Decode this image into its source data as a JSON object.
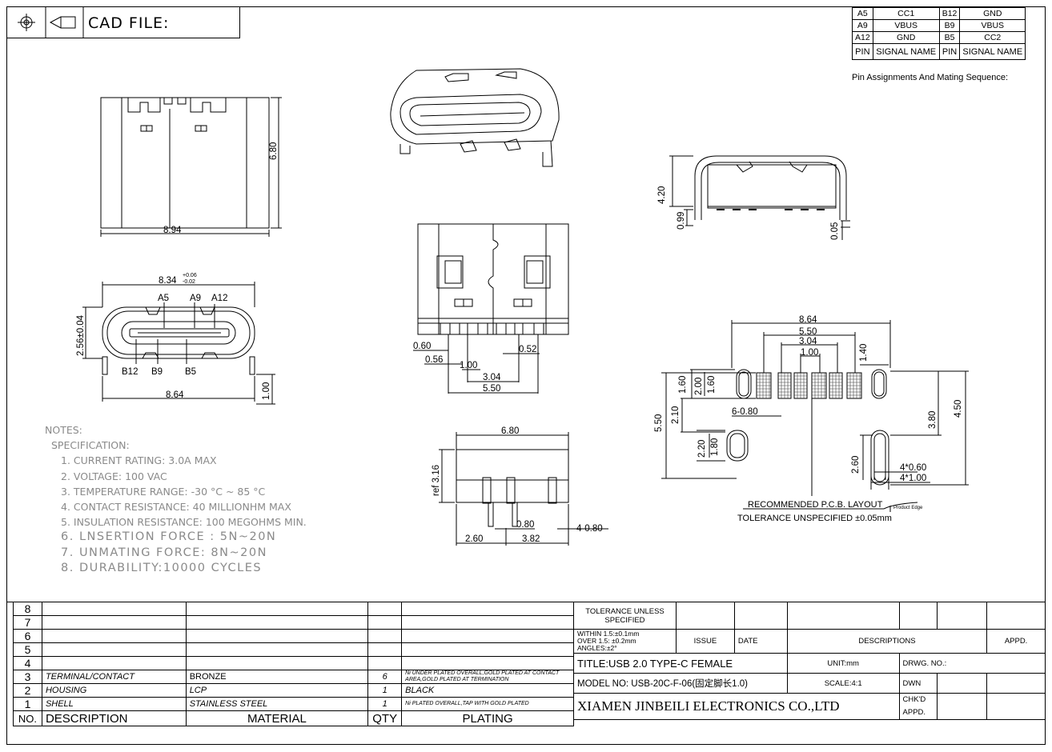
{
  "cad_label": "CAD FILE:",
  "pin_table": {
    "rows": [
      [
        "A5",
        "CC1",
        "B12",
        "GND"
      ],
      [
        "A9",
        "VBUS",
        "B9",
        "VBUS"
      ],
      [
        "A12",
        "GND",
        "B5",
        "CC2"
      ]
    ],
    "header": [
      "PIN",
      "SIGNAL NAME",
      "PIN",
      "SIGNAL NAME"
    ],
    "note": "Pin Assignments And Mating Sequence:"
  },
  "dims": {
    "top_width": "8.94",
    "top_height": "6.80",
    "front_width_main": "8.34",
    "front_tol_plus": "+0.06",
    "front_tol_minus": "-0.02",
    "front_height": "2.56±0.04",
    "front_pins_bottom_width": "8.64",
    "front_leg": "1.00",
    "pins_top": [
      "A5",
      "A9",
      "A12"
    ],
    "pins_bottom": [
      "B12",
      "B9",
      "B5"
    ],
    "side_h1": "4.20",
    "side_h2": "0.99",
    "side_h3": "0.05",
    "bottom_060": "0.60",
    "bottom_056": "0.56",
    "bottom_100": "1.00",
    "bottom_052": "0.52",
    "bottom_304": "3.04",
    "bottom_550": "5.50",
    "side2_680": "6.80",
    "side2_ref": "ref 3.16",
    "side2_080": "0.80",
    "side2_260": "2.60",
    "side2_382": "3.82",
    "side2_4x": "4-0.80",
    "pcb_864": "8.64",
    "pcb_550": "5.50",
    "pcb_304": "3.04",
    "pcb_100": "1.00",
    "pcb_140": "1.40",
    "pcb_160a": "1.60",
    "pcb_200": "2.00",
    "pcb_160b": "1.60",
    "pcb_6x": "6-0.80",
    "pcb_550v": "5.50",
    "pcb_210": "2.10",
    "pcb_220": "2.20",
    "pcb_180": "1.80",
    "pcb_260": "2.60",
    "pcb_380": "3.80",
    "pcb_450": "4.50",
    "pcb_4x060": "4*0.60",
    "pcb_4x100": "4*1.00",
    "pcb_title": "RECOMMENDED   P.C.B.  LAYOUT",
    "pcb_tol": "TOLERANCE  UNSPECIFIED  ±0.05mm",
    "product_edge": "Product Edge"
  },
  "notes": {
    "title": "NOTES:",
    "spec": "SPECIFICATION:",
    "items": [
      "1. CURRENT RATING: 3.0A MAX",
      "2. VOLTAGE: 100 VAC",
      "3. TEMPERATURE RANGE: -30 °C ~ 85 °C",
      "4. CONTACT RESISTANCE: 40 MILLIONHM MAX",
      "5. INSULATION RESISTANCE: 100 MEGOHMS MIN."
    ],
    "items_big": [
      "6. LNSERTION FORCE : 5N~20N",
      "7. UNMATING FORCE: 8N~20N",
      "8. DURABILITY:10000 CYCLES"
    ]
  },
  "bom": {
    "empty_rows": [
      "8",
      "7",
      "6",
      "5",
      "4"
    ],
    "rows": [
      {
        "no": "3",
        "desc": "TERMINAL/CONTACT",
        "material": "BRONZE",
        "qty": "6",
        "plating": "Ni UNDER PLATED OVERALL,GOLD PLATED AT CONTACT AREA,GOLD PLATED AT TERMINATION"
      },
      {
        "no": "2",
        "desc": "HOUSING",
        "material": "LCP",
        "qty": "1",
        "plating": "BLACK"
      },
      {
        "no": "1",
        "desc": "SHELL",
        "material": "STAINLESS STEEL",
        "qty": "1",
        "plating": "Ni PLATED OVERALL,TAP WITH GOLD PLATED"
      }
    ],
    "header": {
      "no": "NO.",
      "desc": "DESCRIPTION",
      "material": "MATERIAL",
      "qty": "QTY",
      "plating": "PLATING"
    }
  },
  "title_block": {
    "tolerance_title": "TOLERANCE UNLESS SPECIFIED",
    "tol1": "WITHIN 1.5:±0.1mm",
    "tol2": "OVER 1.5: ±0.2mm",
    "tol3": "ANGLES:±2°",
    "issue": "ISSUE",
    "date": "DATE",
    "descriptions": "DESCRIPTIONS",
    "appd": "APPD.",
    "title": "TITLE:USB 2.0 TYPE-C FEMALE",
    "unit": "UNIT:mm",
    "drwg_no": "DRWG. NO.:",
    "model": "MODEL NO: USB-20C-F-06(固定脚长1.0)",
    "scale": "SCALE:4:1",
    "dwn": "DWN",
    "chkd": "CHK'D",
    "appd2": "APPD.",
    "company": "XIAMEN JINBEILI ELECTRONICS CO.,LTD"
  }
}
